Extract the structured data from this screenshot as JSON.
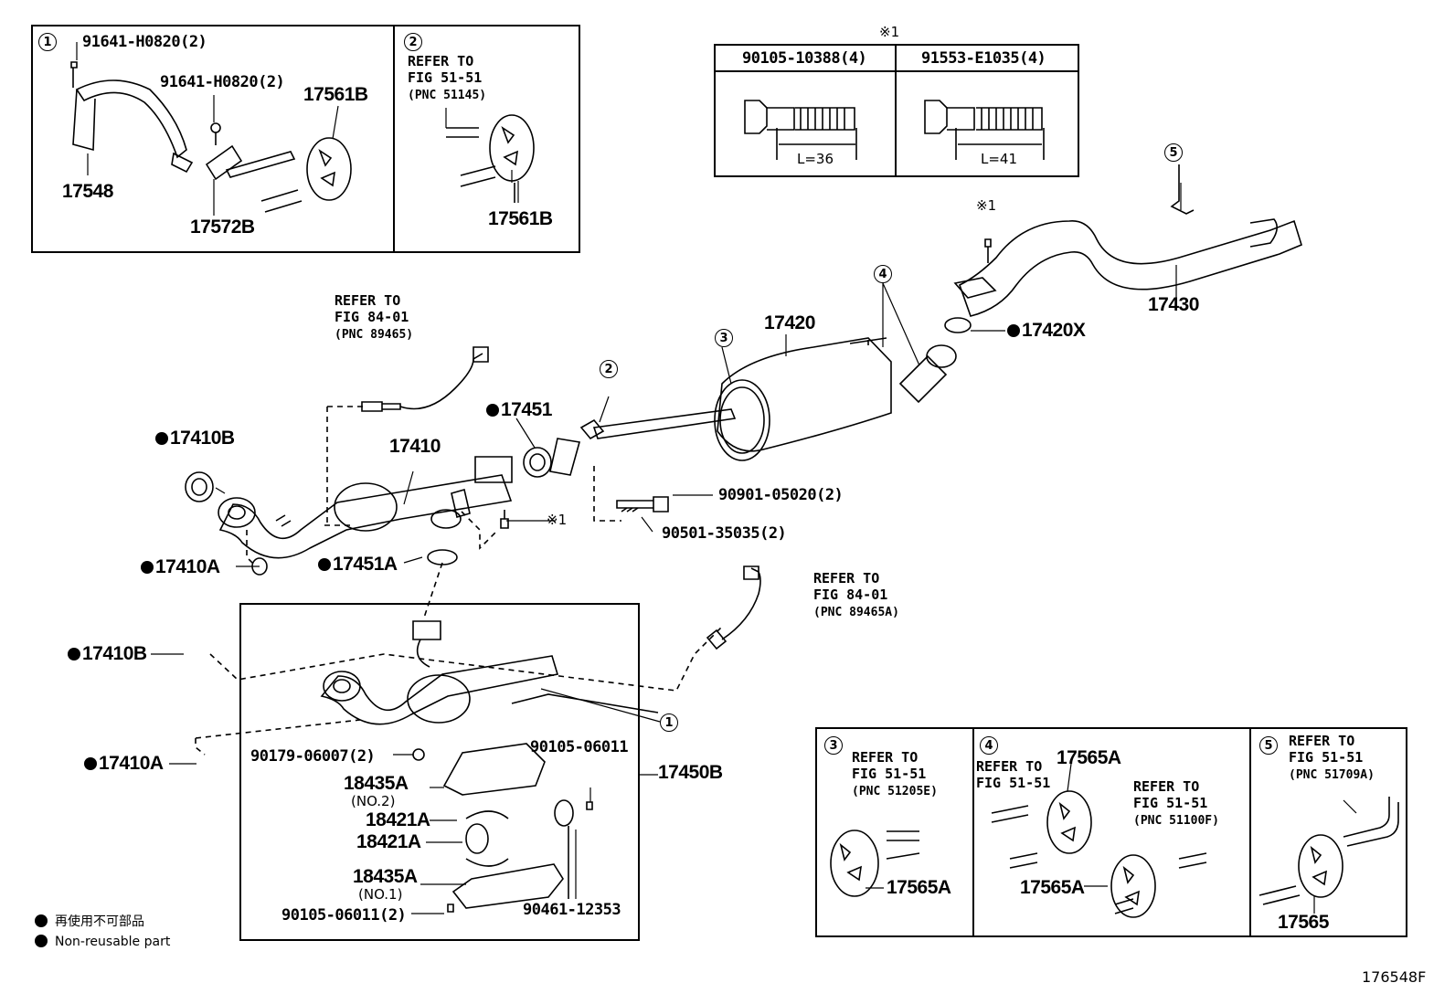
{
  "figure_id": "176548F",
  "legend": {
    "japanese": "再使用不可部品",
    "english": "Non-reusable part"
  },
  "bolt_table": {
    "note_marker": "※1",
    "columns": [
      {
        "part": "90105-10388(4)",
        "length": "L=36"
      },
      {
        "part": "91553-E1035(4)",
        "length": "L=41"
      }
    ]
  },
  "insets": {
    "inset1": {
      "number": "1",
      "labels": {
        "bolt_a": "91641-H0820(2)",
        "bolt_b": "91641-H0820(2)",
        "hanger": "17561B",
        "bracket": "17548",
        "bracket_b": "17572B"
      }
    },
    "inset2": {
      "number": "2",
      "ref": {
        "line1": "REFER TO",
        "line2": "FIG 51-51",
        "pnc": "(PNC 51145)"
      },
      "hanger": "17561B"
    },
    "inset3": {
      "number": "3",
      "ref": {
        "line1": "REFER TO",
        "line2": "FIG 51-51",
        "pnc": "(PNC 51205E)"
      },
      "hanger": "17565A"
    },
    "inset4": {
      "number": "4",
      "ref_left": {
        "line1": "REFER TO",
        "line2": "FIG 51-51"
      },
      "hanger_top": "17565A",
      "ref_right": {
        "line1": "REFER TO",
        "line2": "FIG 51-51",
        "pnc": "(PNC 51100F)"
      },
      "hanger_bottom": "17565A"
    },
    "inset5": {
      "number": "5",
      "ref": {
        "line1": "REFER TO",
        "line2": "FIG 51-51",
        "pnc": "(PNC 51709A)"
      },
      "hanger": "17565"
    }
  },
  "main": {
    "ref_o2_upper": {
      "line1": "REFER TO",
      "line2": "FIG 84-01",
      "pnc": "(PNC 89465)"
    },
    "ref_o2_lower": {
      "line1": "REFER TO",
      "line2": "FIG 84-01",
      "pnc": "(PNC 89465A)"
    },
    "parts": {
      "p17410B_top": "17410B",
      "p17410": "17410",
      "p17451": "17451",
      "p17420": "17420",
      "p17420X": "17420X",
      "p17430": "17430",
      "p17410A_top": "17410A",
      "p17451A": "17451A",
      "p90901": "90901-05020(2)",
      "p90501": "90501-35035(2)",
      "bolt_note": "※1",
      "bolt_note_top": "※1",
      "p17410B_low": "17410B",
      "p17410A_low": "17410A",
      "p17450B": "17450B",
      "p90179": "90179-06007(2)",
      "p90105a": "90105-06011",
      "p18435A_no2": "18435A",
      "no2": "(NO.2)",
      "p18421A_1": "18421A",
      "p18421A_2": "18421A",
      "p18435A_no1": "18435A",
      "no1": "(NO.1)",
      "p90105b": "90105-06011(2)",
      "p90461": "90461-12353"
    },
    "callouts": {
      "c1": "1",
      "c2": "2",
      "c3": "3",
      "c4": "4",
      "c5": "5"
    }
  }
}
